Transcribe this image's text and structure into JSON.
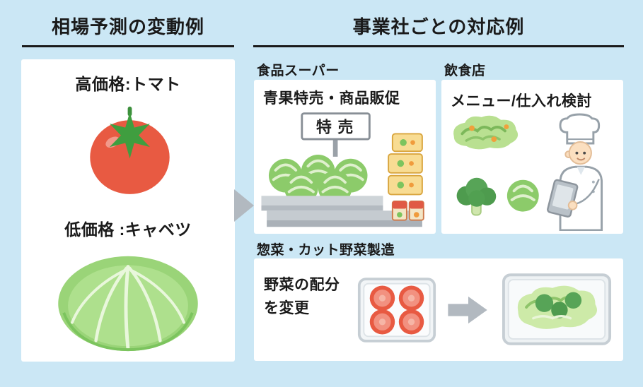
{
  "colors": {
    "bg": "#cbe7f5",
    "panel": "#ffffff",
    "text": "#1a1a1a",
    "arrow": "#b2b9c0",
    "tomato_red": "#e85a42",
    "leaf_green": "#3f9e3f",
    "cabbage_green": "#8ccb6a",
    "broccoli_green": "#4e9b4e",
    "package_yellow": "#f8dc93"
  },
  "left_panel": {
    "title": "相場予測の変動例",
    "items": [
      {
        "label": "高価格:トマト",
        "icon": "tomato-illustration"
      },
      {
        "label": "低価格 :キャベツ",
        "icon": "cabbage-illustration"
      }
    ]
  },
  "right_panel": {
    "title": "事業社ごとの対応例",
    "cards": [
      {
        "label": "食品スーパー",
        "caption": "青果特売・商品販促",
        "sign_text": "特売",
        "icon": "supermarket-illustration"
      },
      {
        "label": "飲食店",
        "caption": "メニュー/仕入れ検討",
        "icon": "restaurant-illustration"
      },
      {
        "label": "惣菜・カット野菜製造",
        "caption": "野菜の配分\nを変更",
        "icons": [
          "tomato-tray-illustration",
          "change-arrow-icon",
          "veggie-tray-illustration"
        ]
      }
    ]
  }
}
